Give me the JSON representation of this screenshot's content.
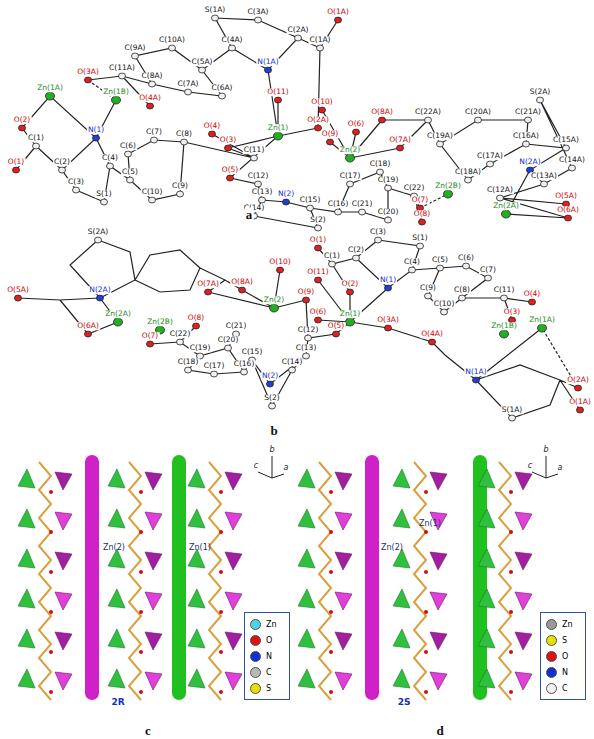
{
  "diagram": {
    "labels": [
      "S(1A)",
      "C(3A)",
      "O(1A)",
      "C(2A)",
      "C(4A)",
      "C(1A)",
      "C(9A)",
      "C(10A)",
      "N(1A)",
      "O(3A)",
      "C(11A)",
      "C(5A)",
      "Zn(1A)",
      "Zn(1B)",
      "C(8A)",
      "C(7A)",
      "C(6A)",
      "O(4A)",
      "O(11)",
      "O(10)",
      "O(8A)",
      "C(22A)",
      "C(20A)",
      "C(21A)",
      "O(2A)",
      "O(6)",
      "C(19A)",
      "C(16A)",
      "C(15A)",
      "S(2A)",
      "C(14A)",
      "C(13A)",
      "O(2)",
      "C(1)",
      "N(1)",
      "C(4)",
      "C(6)",
      "C(7)",
      "C(8)",
      "O(4)",
      "O(3)",
      "C(11)",
      "Zn(1)",
      "O(5)",
      "C(12)",
      "O(9)",
      "Zn(2)",
      "O(7A)",
      "C(17A)",
      "C(18A)",
      "N(2A)",
      "C(12A)",
      "O(5A)",
      "O(1)",
      "C(2)",
      "C(3)",
      "S(1)",
      "C(5)",
      "C(10)",
      "C(9)",
      "C(13)",
      "C(14)",
      "N(2)",
      "C(15)",
      "C(17)",
      "C(18)",
      "C(16)",
      "C(21)",
      "C(19)",
      "C(20)",
      "C(22)",
      "O(7)",
      "O(8)",
      "Zn(2B)",
      "Zn(2A)",
      "O(6A)",
      "S(2)",
      "a",
      "S(2A)",
      "C(3)",
      "S(1)",
      "O(1)",
      "C(2)",
      "C(1)",
      "C(4)",
      "C(5)",
      "C(6)",
      "O(10)",
      "O(11)",
      "N(1)",
      "C(7)",
      "O(2)",
      "C(9)",
      "O(5A)",
      "N(2A)",
      "O(7A)",
      "O(8A)",
      "Zn(2)",
      "O(9)",
      "C(8)",
      "C(10)",
      "C(11)",
      "O(4)",
      "O(3)",
      "O(6)",
      "Zn(1)",
      "Zn(2A)",
      "O(6A)",
      "Zn(2B)",
      "O(8)",
      "O(7)",
      "C(22)",
      "C(21)",
      "C(19)",
      "C(20)",
      "C(12)",
      "O(5)",
      "O(3A)",
      "O(4A)",
      "Zn(1B)",
      "Zn(1A)",
      "C(15)",
      "C(13)",
      "C(18)",
      "C(17)",
      "C(16)",
      "C(14)",
      "N(2)",
      "S(2)",
      "N(1A)",
      "O(2A)",
      "O(1A)",
      "S(1A)",
      "b",
      "Zn(2)",
      "Zn(1)",
      "2R",
      "b",
      "c",
      "a",
      "c",
      "b",
      "c",
      "a",
      "Zn(1)",
      "Zn(2)",
      "2S",
      "d"
    ],
    "legend": [
      {
        "text": "Zn",
        "color": "#4fd3e0"
      },
      {
        "text": "O",
        "color": "#e01010"
      },
      {
        "text": "N",
        "color": "#1030d0"
      },
      {
        "text": "C",
        "color": "#b8b8b8"
      },
      {
        "text": "S",
        "color": "#e8e000"
      },
      {
        "text": "Zn",
        "color": "#9a9a9a"
      },
      {
        "text": "S",
        "color": "#e8e000"
      },
      {
        "text": "O",
        "color": "#e01010"
      },
      {
        "text": "N",
        "color": "#1030d0"
      },
      {
        "text": "C",
        "color": "#f0f0f0"
      }
    ]
  }
}
